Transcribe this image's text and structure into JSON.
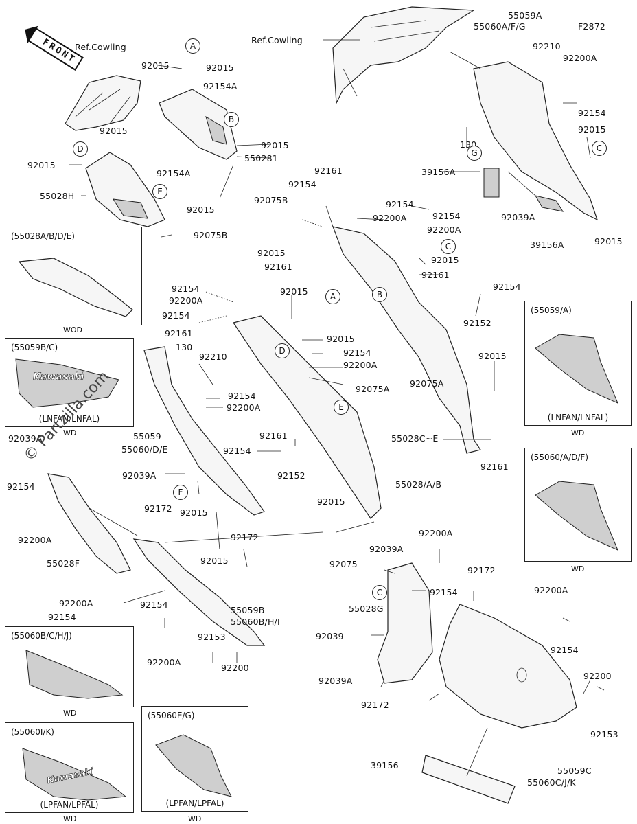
{
  "diagram_code": "F2872",
  "front_label": "FRONT",
  "watermark": "© Partzilla.com",
  "labels": {
    "ref_cowling_left": "Ref.Cowling",
    "ref_cowling_top": "Ref.Cowling",
    "p55059A": "55059A",
    "p55060AFG": "55060A/F/G",
    "p92210_top": "92210",
    "p92200A_top": "92200A",
    "p92154_r1": "92154",
    "p92015_r1": "92015",
    "p130_top": "130",
    "p39156A_1": "39156A",
    "p92039A_top": "92039A",
    "p39156A_2": "39156A",
    "p92015_r2": "92015",
    "p92015_a": "92015",
    "p92015_b": "92015",
    "p92154A_1": "92154A",
    "p92015_c": "92015",
    "p92015_d": "92015",
    "p550281": "550281",
    "p92015_e": "92015",
    "p92154A_2": "92154A",
    "p55028H": "55028H",
    "p92015_f": "92015",
    "p92075B_1": "92075B",
    "p92075B_2": "92075B",
    "p92161_1": "92161",
    "p92154_m1": "92154",
    "p92154_m2": "92154",
    "p92200A_m1": "92200A",
    "p92154_m3": "92154",
    "p92200A_m2": "92200A",
    "p92015_m1": "92015",
    "p92161_m2": "92161",
    "p92015_m2": "92015",
    "p92161_m3": "92161",
    "p92154_m4": "92154",
    "p92152_1": "92152",
    "p92015_m3": "92015",
    "p92075A_1": "92075A",
    "p92015_m4": "92015",
    "p55028CE": "55028C~E",
    "p92161_m4": "92161",
    "p92154_l1": "92154",
    "p92200A_l1": "92200A",
    "p92015_l1": "92015",
    "p92154_l2": "92154",
    "p92161_l2": "92161",
    "p92015_l2": "92015",
    "p92154_l3": "92154",
    "p92200A_l2": "92200A",
    "p130_l": "130",
    "p92210_l": "92210",
    "p92154_l4": "92154",
    "p92200A_l3": "92200A",
    "p92075A_2": "92075A",
    "p55059": "55059",
    "p55060DE": "55060/D/E",
    "p92161_l5": "92161",
    "p92154_l5": "92154",
    "p92152_2": "92152",
    "p92039A_l": "92039A",
    "p55028AB": "55028/A/B",
    "p92039A_ll": "92039A",
    "p92154_ll": "92154",
    "p92200A_ll": "92200A",
    "p92172_1": "92172",
    "p92015_l6": "92015",
    "p92172_2": "92172",
    "p55028F": "55028F",
    "p92015_l7": "92015",
    "p92015_l8": "92015",
    "p92075": "92075",
    "p92200A_b1": "92200A",
    "p92154_b1": "92154",
    "p92154_b2": "92154",
    "p55059B": "55059B",
    "p55060BHI": "55060B/H/I",
    "p92200A_b2": "92200A",
    "p92153_1": "92153",
    "p92200": "92200",
    "p92039A_r": "92039A",
    "p92200A_r1": "92200A",
    "p92154_r3": "92154",
    "p92172_r": "92172",
    "p55028G": "55028G",
    "p92039": "92039",
    "p92200A_r2": "92200A",
    "p92154_r4": "92154",
    "p92039A_r2": "92039A",
    "p92200_r": "92200",
    "p92172_r2": "92172",
    "p92153_2": "92153",
    "p39156": "39156",
    "p55059C": "55059C",
    "p55060CJK": "55060C/J/K"
  },
  "callouts": [
    "A",
    "B",
    "D",
    "E",
    "C",
    "G",
    "A",
    "B",
    "C",
    "D",
    "E",
    "F",
    "C"
  ],
  "boxes": {
    "b55028": {
      "title": "(55028A/B/D/E)",
      "footer": "",
      "wd": "WOD"
    },
    "b55059BC": {
      "title": "(55059B/C)",
      "footer": "(LNFAN/LNFAL)",
      "wd": "WD"
    },
    "b55059A": {
      "title": "(55059/A)",
      "footer": "(LNFAN/LNFAL)",
      "wd": "WD"
    },
    "b55060ADF": {
      "title": "(55060/A/D/F)",
      "footer": "",
      "wd": "WD"
    },
    "b55060BCHJ": {
      "title": "(55060B/C/H/J)",
      "footer": "",
      "wd": "WD"
    },
    "b55060IK": {
      "title": "(55060I/K)",
      "footer": "(LPFAN/LPFAL)",
      "wd": "WD"
    },
    "b55060EG": {
      "title": "(55060E/G)",
      "footer": "(LPFAN/LPFAL)",
      "wd": "WD"
    }
  },
  "brand": "Kawasaki"
}
